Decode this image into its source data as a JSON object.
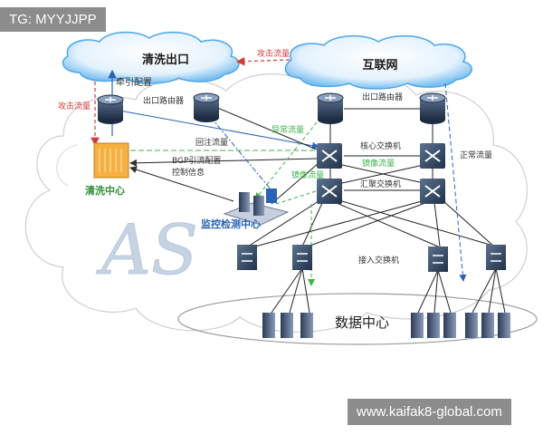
{
  "watermarks": {
    "top_left": "TG: MYYJJPP",
    "bottom_right": "www.kaifak8-global.com"
  },
  "colors": {
    "cloud": "#4da6e8",
    "as_text": "#c5d3e3",
    "green": "#3cb44b",
    "red": "#d23b3b",
    "blue": "#2b63b5"
  },
  "clouds": {
    "scrub_egress": "清洗出口",
    "internet": "互联网"
  },
  "big_label": "AS",
  "nodes": {
    "scrub_center": "清洗中心",
    "monitor": "监控检测中心",
    "egress_router_left": "出口路由器",
    "egress_router_right": "出口路由器",
    "core_switch": "核心交换机",
    "aggregation_switch": "汇聚交换机",
    "access_switch": "接入交换机",
    "data_center": "数据中心"
  },
  "flows": {
    "diversion_config": "牵引配置",
    "attack_traffic_top": "攻击流量",
    "attack_traffic_left": "攻击流量",
    "abnormal_traffic": "异常流量",
    "reinjected_traffic": "回注流量",
    "bgp_config": "BGP引流配置",
    "control_info": "控制信息",
    "mirror_traffic_center": "镜像流量",
    "mirror_traffic_right": "镜像流量",
    "normal_traffic": "正常流量"
  }
}
